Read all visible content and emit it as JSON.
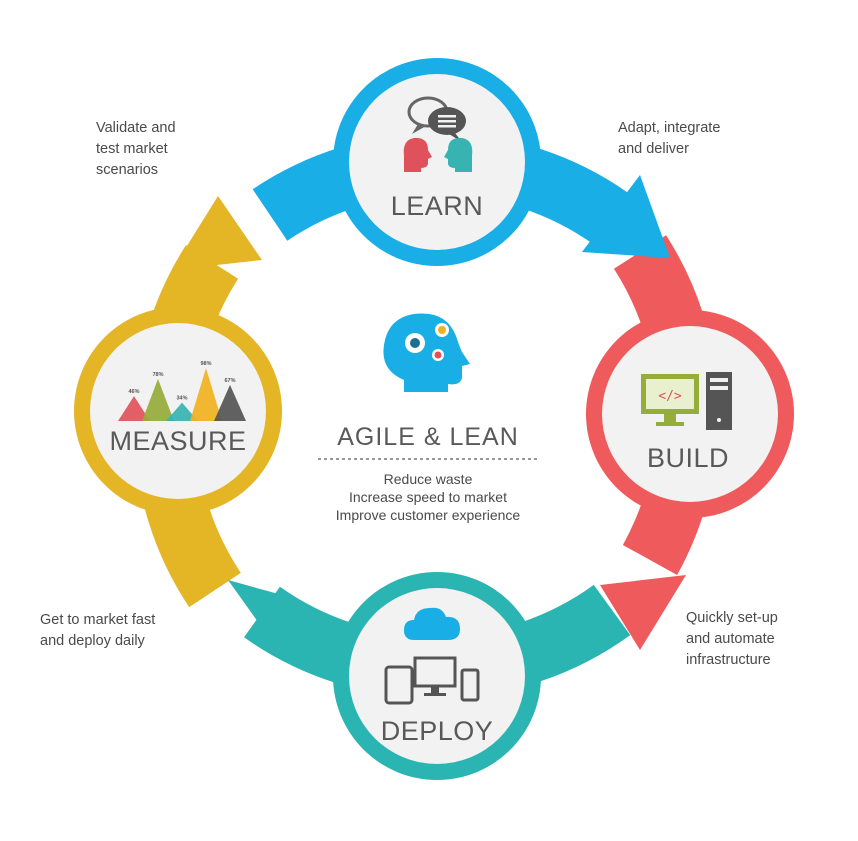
{
  "center": {
    "title": "AGILE & LEAN",
    "benefits": [
      "Reduce waste",
      "Increase speed to market",
      "Improve customer experience"
    ]
  },
  "stages": {
    "learn": {
      "label": "LEARN",
      "color": "#19aee6",
      "note": "Validate and\ntest market\nscenarios"
    },
    "build": {
      "label": "BUILD",
      "color": "#ef5a5c",
      "note": "Adapt, integrate\nand deliver"
    },
    "deploy": {
      "label": "DEPLOY",
      "color": "#2ab5b3",
      "note": "Quickly set-up\nand automate\ninfrastructure"
    },
    "measure": {
      "label": "MEASURE",
      "color": "#e4b524",
      "note": "Get to market fast\nand deploy daily"
    }
  },
  "measure_chart": {
    "values": [
      "46%",
      "78%",
      "34%",
      "98%",
      "67%"
    ],
    "colors": [
      "#e0525b",
      "#95ad39",
      "#37b3b1",
      "#f2b21f",
      "#555555"
    ]
  },
  "icons": [
    "speech-bubbles-icon",
    "head-profiles-icon",
    "code-monitor-icon",
    "server-tower-icon",
    "cloud-icon",
    "devices-icon",
    "gear-head-icon"
  ],
  "palette": {
    "circle_fill": "#f2f2f2",
    "text": "#595959"
  }
}
